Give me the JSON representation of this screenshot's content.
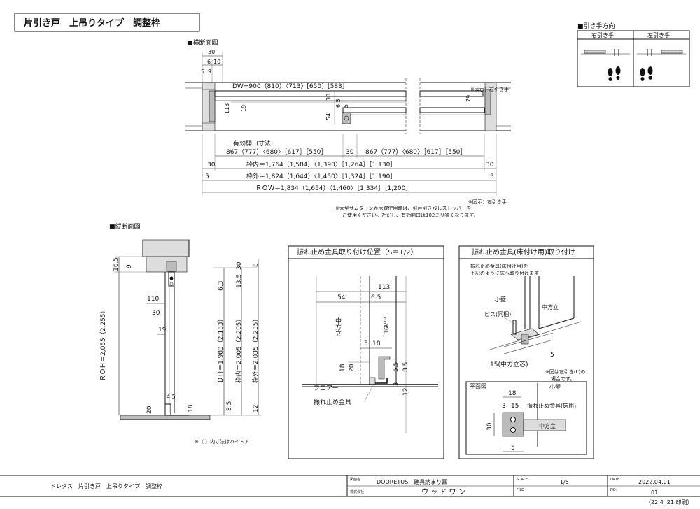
{
  "title": "片引き戸　上吊りタイプ　調整枠",
  "sections": {
    "horizontal": "■横断面図",
    "vertical": "■縦断面図",
    "pull_direction": "■引き手方向",
    "detail_a": "振れ止め金具取り付け位置（S＝1/2）",
    "detail_b": "振れ止め金具(床付け用)取り付け"
  },
  "pull": {
    "right": "右引き手",
    "left": "左引き手"
  },
  "horiz": {
    "d30": "30",
    "d6": "6",
    "d10": "10",
    "d5": "5",
    "d9": "9",
    "dw": "DW=900（810）〈713〉[650]［583］",
    "d113": "113",
    "d19": "19",
    "d30b": "30",
    "d54": "54",
    "d65": "6.5",
    "d5b": "5",
    "d79": "79",
    "yuko": "有効開口寸法",
    "open_l": "867（777）〈680〉［617］［550］",
    "open_mid": "30",
    "open_r": "867（777）〈680〉［617］［550］",
    "waku_nai": "枠内＝1,764（1,584）〈1,390〉［1,264］［1,130］",
    "waku_gai": "枠外＝1,824（1,644）〈1,450〉［1,324］［1,190］",
    "row": "ＲＯＷ＝1,834（1,654）〈1,460〉［1,334］［1,200］",
    "e30l": "30",
    "e30r": "30",
    "e5l": "5",
    "e5r": "5",
    "note_fig": "※図示：左引き手",
    "note1": "※大型サムターン表示錠使用時は、引戸引き残しストッパーを",
    "note2": "ご使用ください。ただし、有効開口は102ミリ狭くなります。"
  },
  "vert": {
    "d165": "16.5",
    "d9": "9",
    "d110": "110",
    "d30": "30",
    "d19": "19",
    "d20": "20",
    "d45": "4.5",
    "d18": "18",
    "roh": "ＲＯＨ＝2,055（2,255）",
    "d63": "6.3",
    "d135": "13.5",
    "d30b": "30",
    "d8": "8",
    "dh": "ＤＨ＝1,983（2,183）",
    "nai": "枠内＝2,005（2,205）",
    "gai": "枠外＝2,035（2,235）",
    "d85": "8.5",
    "d12": "12",
    "note": "※（ ）内寸法はハイドア"
  },
  "detA": {
    "d113": "113",
    "d54": "54",
    "d65": "6.5",
    "nakahoudate": "中方立",
    "hikido": "引き戸",
    "d5": "5",
    "d18": "18",
    "d18b": "18",
    "d20": "20",
    "d55": "5.5",
    "d85": "8.5",
    "d3": "3",
    "d12": "12",
    "floor": "フロアー",
    "kanagu": "振れ止め金具"
  },
  "detB": {
    "desc1": "振れ止め金具(床付け用)を",
    "desc2": "下記のように床へ取り付けます",
    "kokabe": "小壁",
    "bisu": "ビス(同梱)",
    "nakahoudate": "中方立",
    "d5": "5",
    "d15": "15(中方立芯)",
    "note1": "※図は左引き(L)の",
    "note2": "場合です。",
    "heimen": "平面図",
    "d18": "18",
    "kokabe2": "小壁",
    "d3": "3",
    "d15b": "15",
    "kanagu": "振れ止め金具(床用)",
    "d30": "30",
    "naka2": "中方立",
    "d5b": "5"
  },
  "titleblock": {
    "name": "ドレタス　片引き戸　上吊りタイプ　調整枠",
    "lbl_zumen": "図面名",
    "model": "DOORETUS　建具納まり図",
    "lbl_scale": "SCALE",
    "scale": "1/5",
    "lbl_date": "DATE",
    "date": "2022.04.01",
    "lbl_co": "株式会社",
    "company": "ウ ッ ド ワ ン",
    "lbl_file": "FILE",
    "lbl_no": "NO.",
    "no": "01",
    "printed": "（22.4 .21 印刷）"
  }
}
